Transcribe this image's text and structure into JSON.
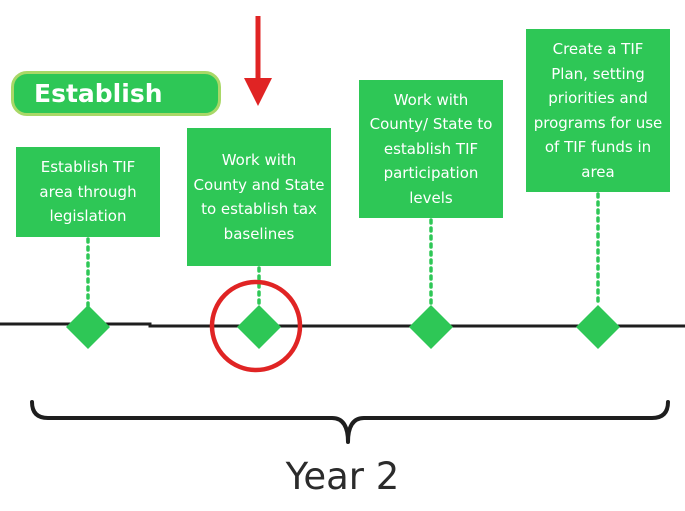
{
  "phase_label": "Establish",
  "steps": [
    {
      "text": "Establish TIF area through legislation"
    },
    {
      "text": "Work with County and State to establish tax baselines"
    },
    {
      "text": "Work with County/ State to establish TIF participation levels"
    },
    {
      "text": "Create a TIF Plan, setting priorities and programs for use of TIF funds in area"
    }
  ],
  "period_label": "Year 2",
  "highlighted_step": 2,
  "colors": {
    "box_green": "#2ec756",
    "pill_border": "#a9d867",
    "highlight_red": "#e02424",
    "timeline": "#1e1e1e",
    "text_dark": "#2b2b2b"
  }
}
